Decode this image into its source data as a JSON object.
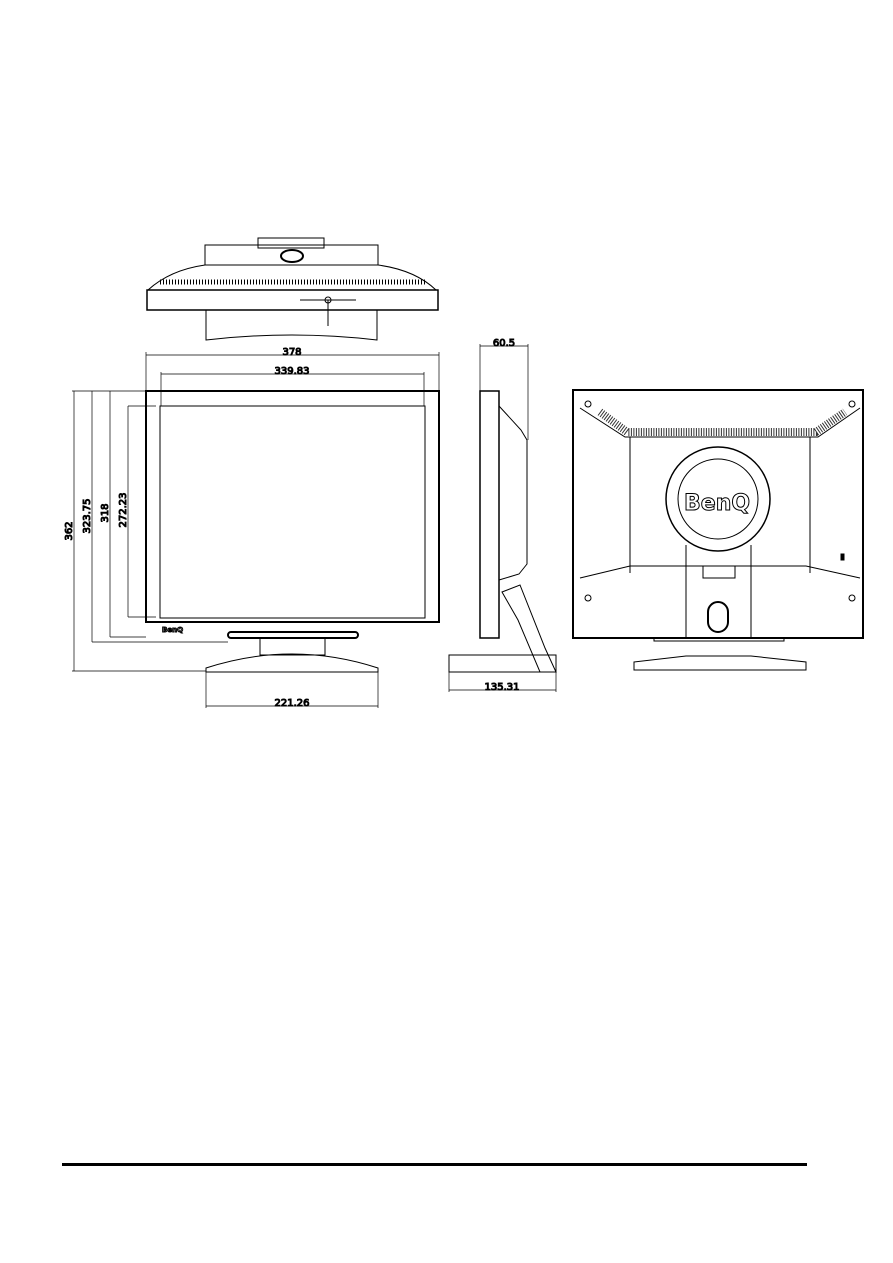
{
  "drawing": {
    "brand_logo": "BenQ",
    "front_view": {
      "overall_width": "378",
      "screen_width": "339.83",
      "overall_height": "362",
      "height_bezel_to_base": "323.75",
      "panel_height": "318",
      "screen_height": "272.23",
      "base_width": "221.26"
    },
    "side_view": {
      "depth": "60.5",
      "base_depth": "135.31"
    }
  },
  "colors": {
    "line": "#000000",
    "background": "#ffffff"
  }
}
